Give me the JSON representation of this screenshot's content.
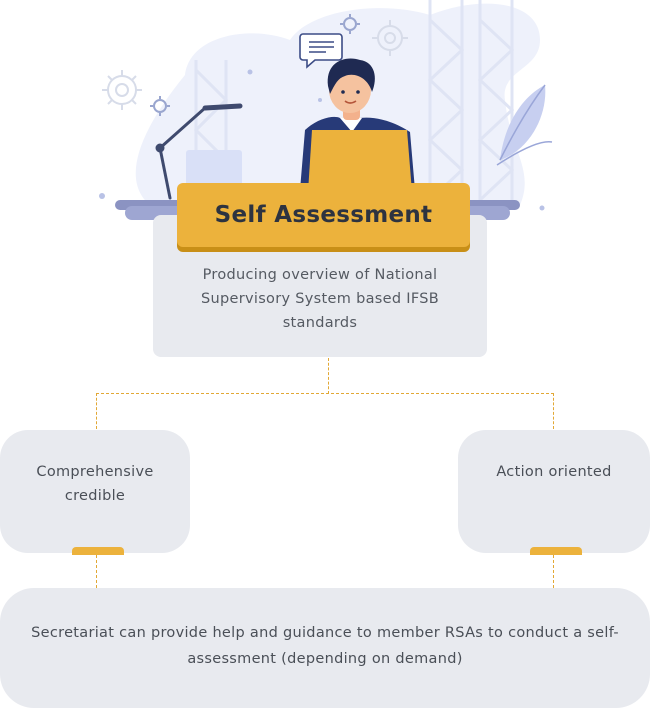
{
  "title": "Self Assessment",
  "description": "Producing overview of National Supervisory System based IFSB standards",
  "left_node": {
    "label": "Comprehensive credible"
  },
  "right_node": {
    "label": "Action oriented"
  },
  "bottom_node": {
    "text": "Secretariat can provide help and guidance to member RSAs to conduct a self-assessment (depending on demand)"
  },
  "colors": {
    "accent": "#ecb23c",
    "accent_dark": "#c88f17",
    "card_bg": "#e8eaef",
    "illustration_bg": "#eef1fb",
    "navy": "#273a78",
    "text": "#4a4f57"
  },
  "icons": [
    "person-at-desk-illustration",
    "desk-lamp-icon",
    "gear-icon",
    "chat-bubble-icon",
    "leaf-icon",
    "crane-tower-icon"
  ]
}
